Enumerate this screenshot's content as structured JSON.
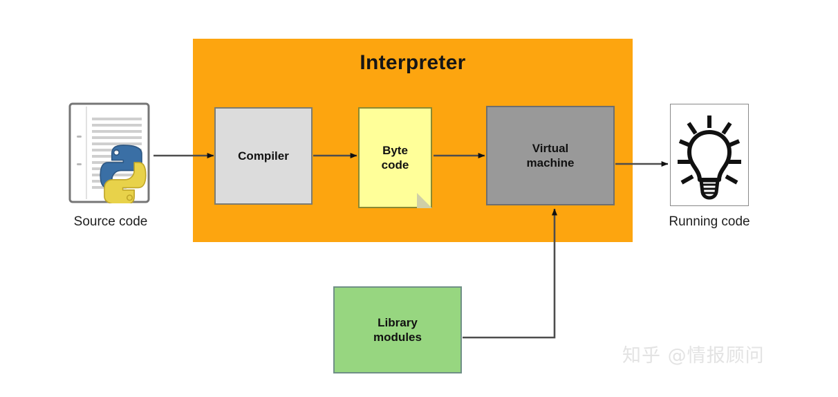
{
  "diagram": {
    "title": "Interpreter",
    "panel_color": "#fda50f",
    "nodes": {
      "compiler": {
        "label": "Compiler",
        "fill": "#dcdcdc",
        "border": "#7b7b72"
      },
      "bytecode": {
        "label": "Byte\ncode",
        "line1": "Byte",
        "line2": "code",
        "fill": "#ffff99",
        "border": "#8a8a33"
      },
      "virtual_machine": {
        "label": "Virtual machine",
        "line1": "Virtual",
        "line2": "machine",
        "fill": "#999999",
        "border": "#6e6e6e"
      },
      "library_modules": {
        "label": "Library modules",
        "line1": "Library",
        "line2": "modules",
        "fill": "#97d680",
        "border": "#6f8f86"
      }
    },
    "icons": {
      "source_code": {
        "caption": "Source code",
        "icon": "document-with-python-logo-icon"
      },
      "running_code": {
        "caption": "Running code",
        "icon": "lightbulb-icon"
      }
    },
    "arrows": [
      {
        "name": "source-to-compiler",
        "from": "Source code",
        "to": "Compiler"
      },
      {
        "name": "compiler-to-bytecode",
        "from": "Compiler",
        "to": "Byte code"
      },
      {
        "name": "bytecode-to-vm",
        "from": "Byte code",
        "to": "Virtual machine"
      },
      {
        "name": "vm-to-running",
        "from": "Virtual machine",
        "to": "Running code"
      },
      {
        "name": "library-to-vm",
        "from": "Library modules",
        "to": "Virtual machine"
      }
    ],
    "arrow_color": "#4d4d4d"
  },
  "watermark": {
    "text": "知乎 @情报顾问",
    "color": "#e3e3e3"
  }
}
